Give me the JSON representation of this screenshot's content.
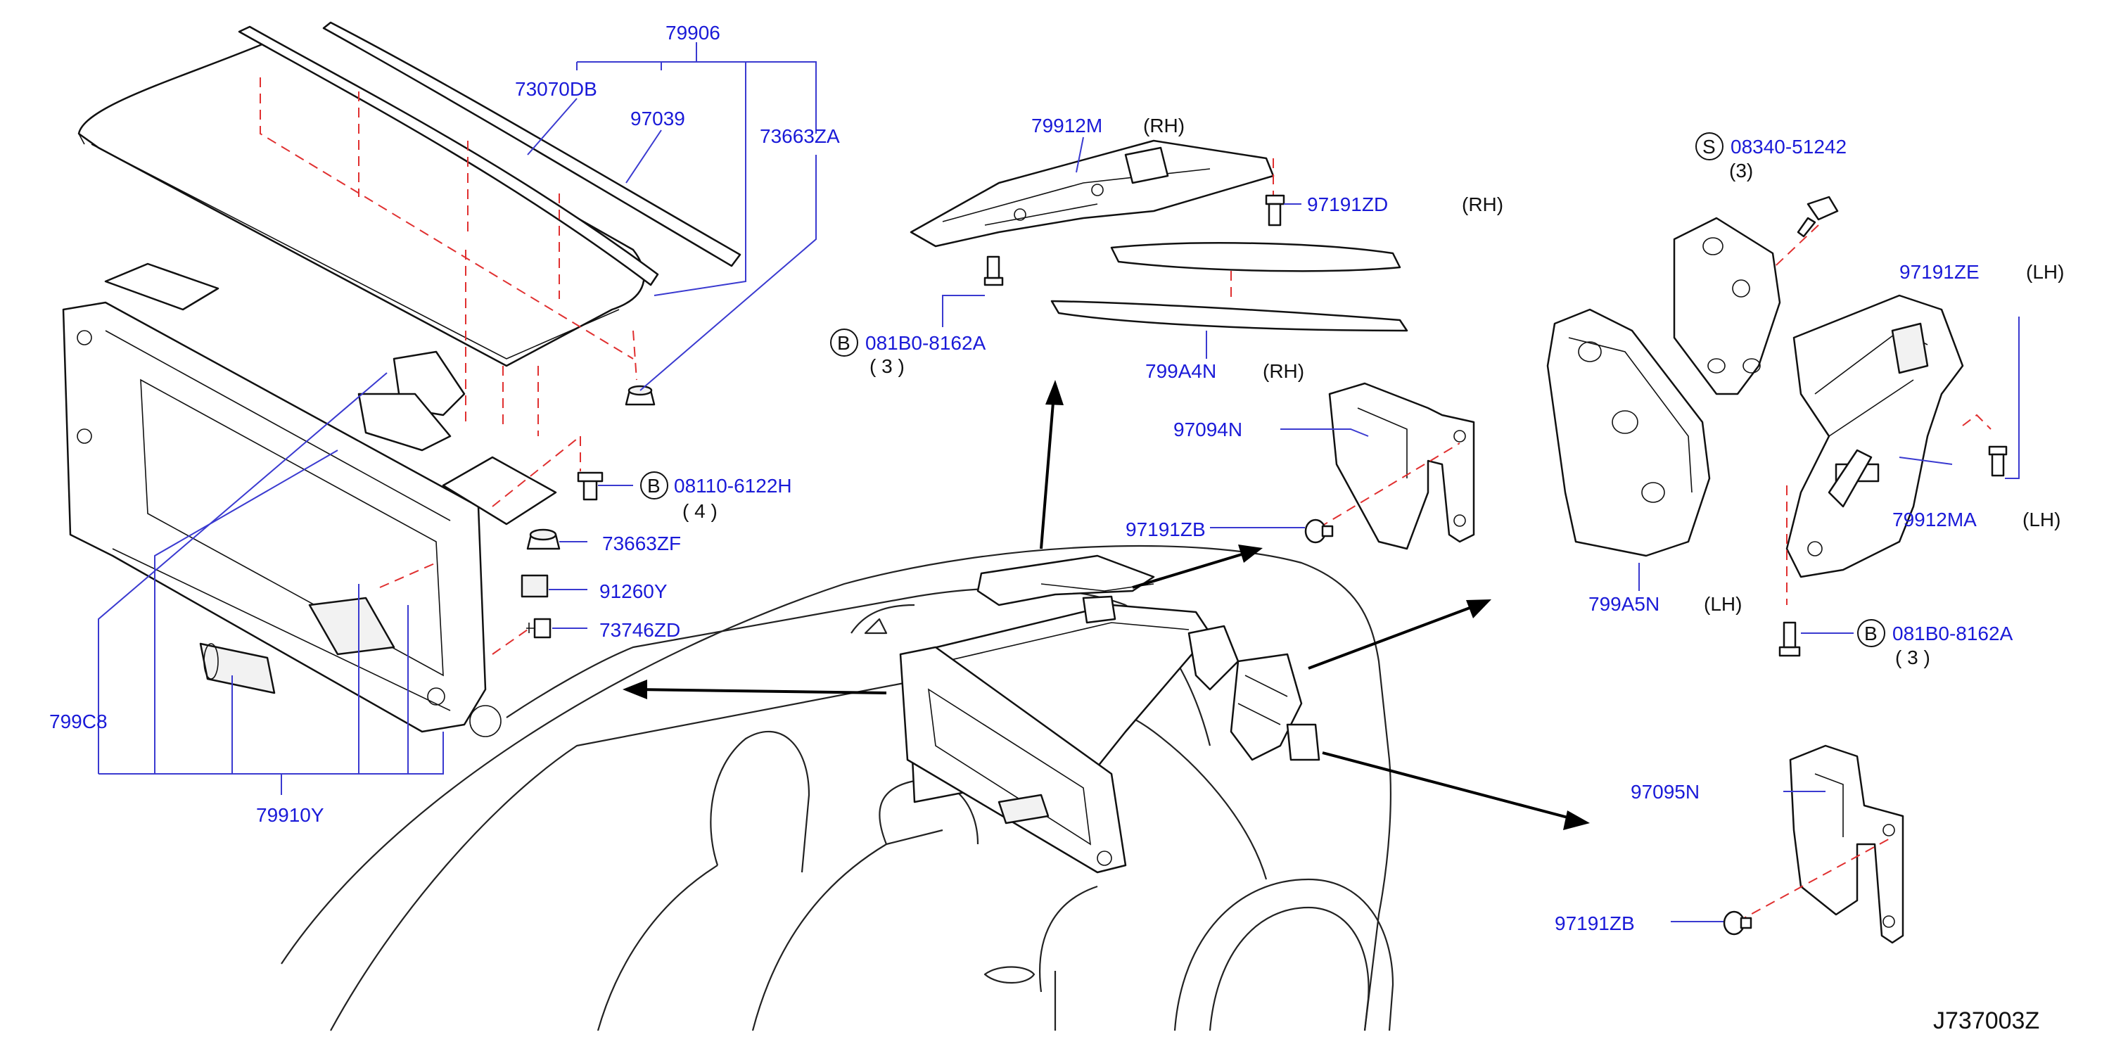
{
  "diagram_code": "J737003Z",
  "colors": {
    "part_number": "#1a1ad8",
    "leader": "#3a3ad0",
    "dashed": "#e03030",
    "outline": "#111111"
  },
  "labels": {
    "p79906": "79906",
    "p73070DB": "73070DB",
    "p97039": "97039",
    "p73663ZA": "73663ZA",
    "p08110": "08110-6122H",
    "p08110_qty": "( 4 )",
    "p73663ZF": "73663ZF",
    "p91260Y": "91260Y",
    "p73746ZD": "73746ZD",
    "p799C8": "799C8",
    "p79910Y": "79910Y",
    "p79912M": "79912M",
    "p79912M_side": "(RH)",
    "p97191ZD": "97191ZD",
    "p97191ZD_side": "(RH)",
    "p081B0_top": "081B0-8162A",
    "p081B0_top_qty": "( 3 )",
    "p799A4N": "799A4N",
    "p799A4N_side": "(RH)",
    "p97094N": "97094N",
    "p97191ZB_top": "97191ZB",
    "p08340": "08340-51242",
    "p08340_qty": "(3)",
    "p97191ZE": "97191ZE",
    "p97191ZE_side": "(LH)",
    "p79912MA": "79912MA",
    "p79912MA_side": "(LH)",
    "p799A5N": "799A5N",
    "p799A5N_side": "(LH)",
    "p081B0_bot": "081B0-8162A",
    "p081B0_bot_qty": "( 3 )",
    "p97095N": "97095N",
    "p97191ZB_bot": "97191ZB",
    "symbol_b": "B",
    "symbol_s": "S"
  }
}
